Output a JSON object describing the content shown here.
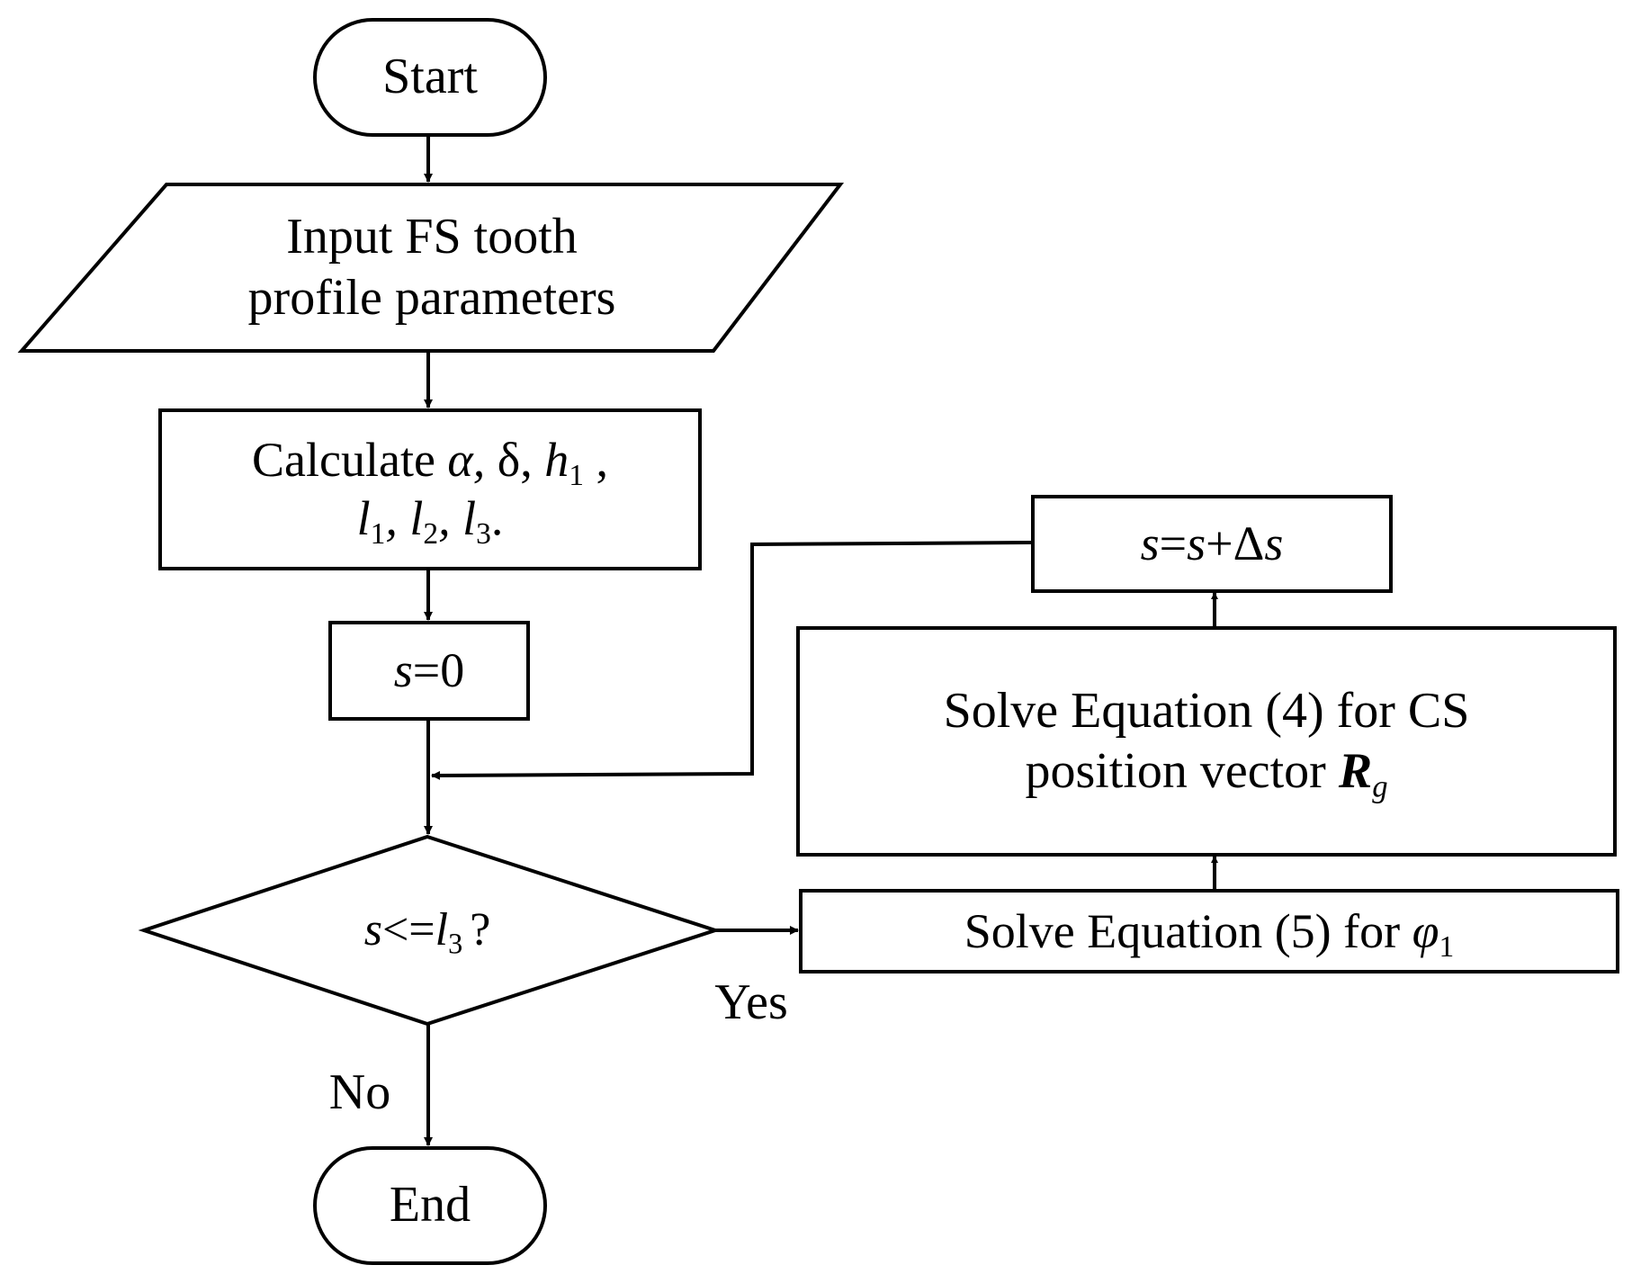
{
  "nodes": {
    "start": {
      "text": "Start"
    },
    "input": {
      "line1": "Input FS tooth",
      "line2": "profile parameters"
    },
    "calculate": {
      "word": "Calculate",
      "alpha": "α,",
      "delta": "δ,",
      "h": "h",
      "h_sub": "1",
      "h_trail": " ,",
      "l": "l",
      "l1_sub": "1",
      "l2_sub": "2",
      "l3_sub": "3",
      "sep": ",",
      "end": "."
    },
    "init": {
      "var": "s",
      "rest": "=0"
    },
    "decision": {
      "var": "s",
      "op": "<=",
      "l": "l",
      "l_sub": "3",
      "q": "?"
    },
    "solve5": {
      "text": "Solve Equation (5) for",
      "phi": "φ",
      "phi_sub": "1"
    },
    "solve4": {
      "line1": "Solve Equation (4) for CS",
      "line2": "position vector",
      "R": "R",
      "R_sub": "g"
    },
    "increment": {
      "s1": "s",
      "eq": "=",
      "s2": "s",
      "plus": "+Δ",
      "s3": "s"
    },
    "end": {
      "text": "End"
    }
  },
  "branches": {
    "yes": "Yes",
    "no": "No"
  }
}
